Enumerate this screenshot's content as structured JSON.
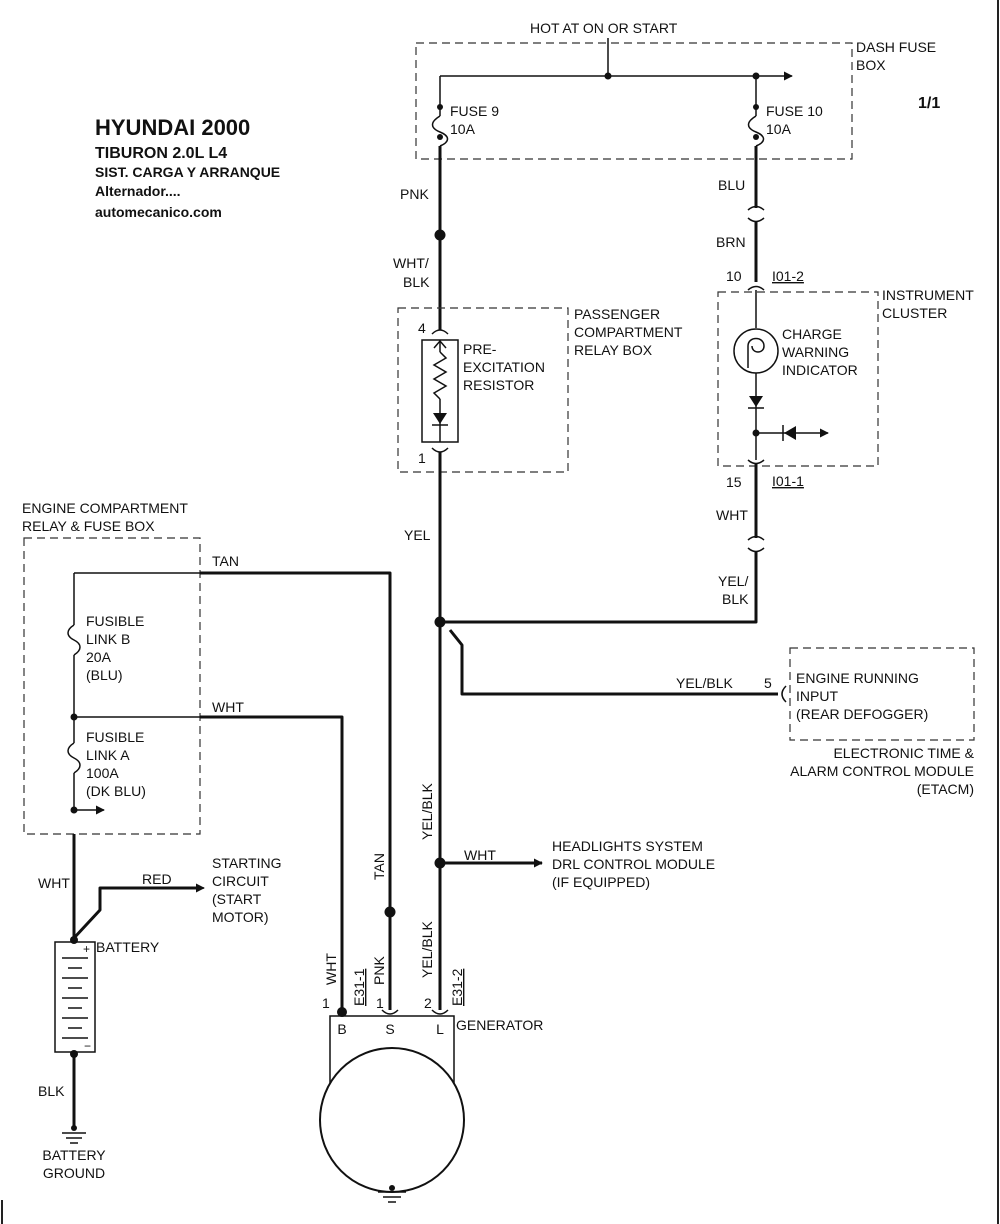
{
  "title": {
    "make": "HYUNDAI 2000",
    "model": "TIBURON  2.0L  L4",
    "system": "SIST. CARGA Y ARRANQUE",
    "component": "Alternador....",
    "site": "automecanico.com"
  },
  "page": "1/1",
  "labels": {
    "hot_at": "HOT AT ON OR START",
    "dash_fuse_box": [
      "DASH FUSE",
      "BOX"
    ],
    "fuse9": [
      "FUSE 9",
      "10A"
    ],
    "fuse10": [
      "FUSE 10",
      "10A"
    ],
    "pass_relay_box": [
      "PASSENGER",
      "COMPARTMENT",
      "RELAY BOX"
    ],
    "resistor": [
      "PRE-",
      "EXCITATION",
      "RESISTOR"
    ],
    "instrument_cluster": [
      "INSTRUMENT",
      "CLUSTER"
    ],
    "charge_indicator": [
      "CHARGE",
      "WARNING",
      "INDICATOR"
    ],
    "conn_i01_2": "I01-2",
    "conn_i01_1": "I01-1",
    "engine_box": [
      "ENGINE COMPARTMENT",
      "RELAY & FUSE BOX"
    ],
    "fusible_b": [
      "FUSIBLE",
      "LINK B",
      "20A",
      "(BLU)"
    ],
    "fusible_a": [
      "FUSIBLE",
      "LINK A",
      "100A",
      "(DK BLU)"
    ],
    "etacm_input": [
      "ENGINE RUNNING",
      "INPUT",
      "(REAR DEFOGGER)"
    ],
    "etacm_name": [
      "ELECTRONIC TIME &",
      "ALARM CONTROL MODULE",
      "(ETACM)"
    ],
    "drl": [
      "HEADLIGHTS SYSTEM",
      "DRL CONTROL MODULE",
      "(IF EQUIPPED)"
    ],
    "starting": [
      "STARTING",
      "CIRCUIT",
      "(START",
      "MOTOR)"
    ],
    "battery": "BATTERY",
    "battery_ground": [
      "BATTERY",
      "GROUND"
    ],
    "generator": "GENERATOR",
    "conn_e31_1": "E31-1",
    "conn_e31_2": "E31-2",
    "terminals": [
      "B",
      "S",
      "L"
    ]
  },
  "wire_colors": {
    "pnk": "PNK",
    "wht_blk": [
      "WHT/",
      "BLK"
    ],
    "yel": "YEL",
    "blu": "BLU",
    "brn": "BRN",
    "wht": "WHT",
    "yel_blk_split": [
      "YEL/",
      "BLK"
    ],
    "yel_blk": "YEL/BLK",
    "tan": "TAN",
    "red": "RED",
    "blk": "BLK"
  },
  "pins": {
    "p4": "4",
    "p1": "1",
    "p10": "10",
    "p15": "15",
    "p5": "5",
    "gen_p1": "1",
    "gen_p2": "2"
  }
}
